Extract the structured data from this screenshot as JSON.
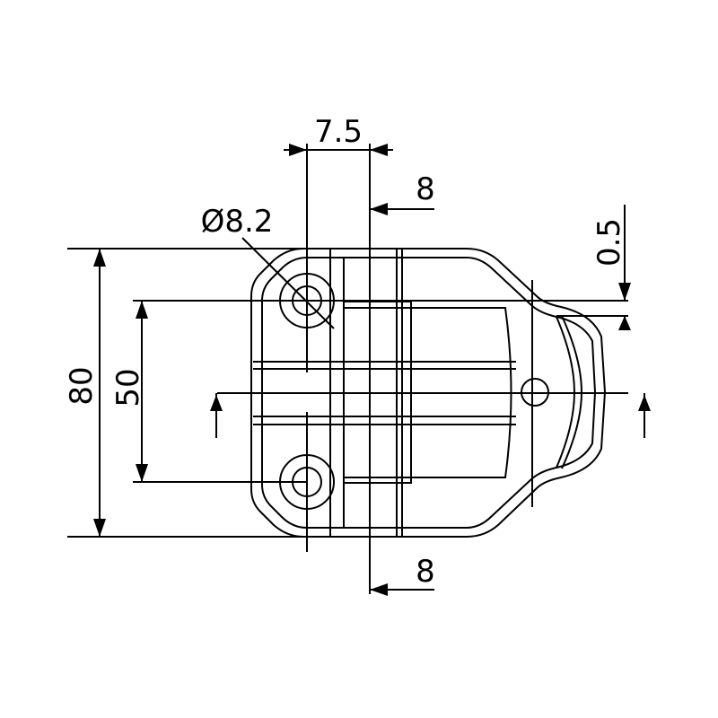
{
  "dimensions": {
    "hole_spacing_offset": "7.5",
    "section_top": "8",
    "hole_diameter": "Ø8.2",
    "step_height": "0.5",
    "overall_height": "80",
    "hole_pitch": "50",
    "section_bottom": "8"
  },
  "colors": {
    "line": "#000000",
    "background": "#ffffff"
  }
}
